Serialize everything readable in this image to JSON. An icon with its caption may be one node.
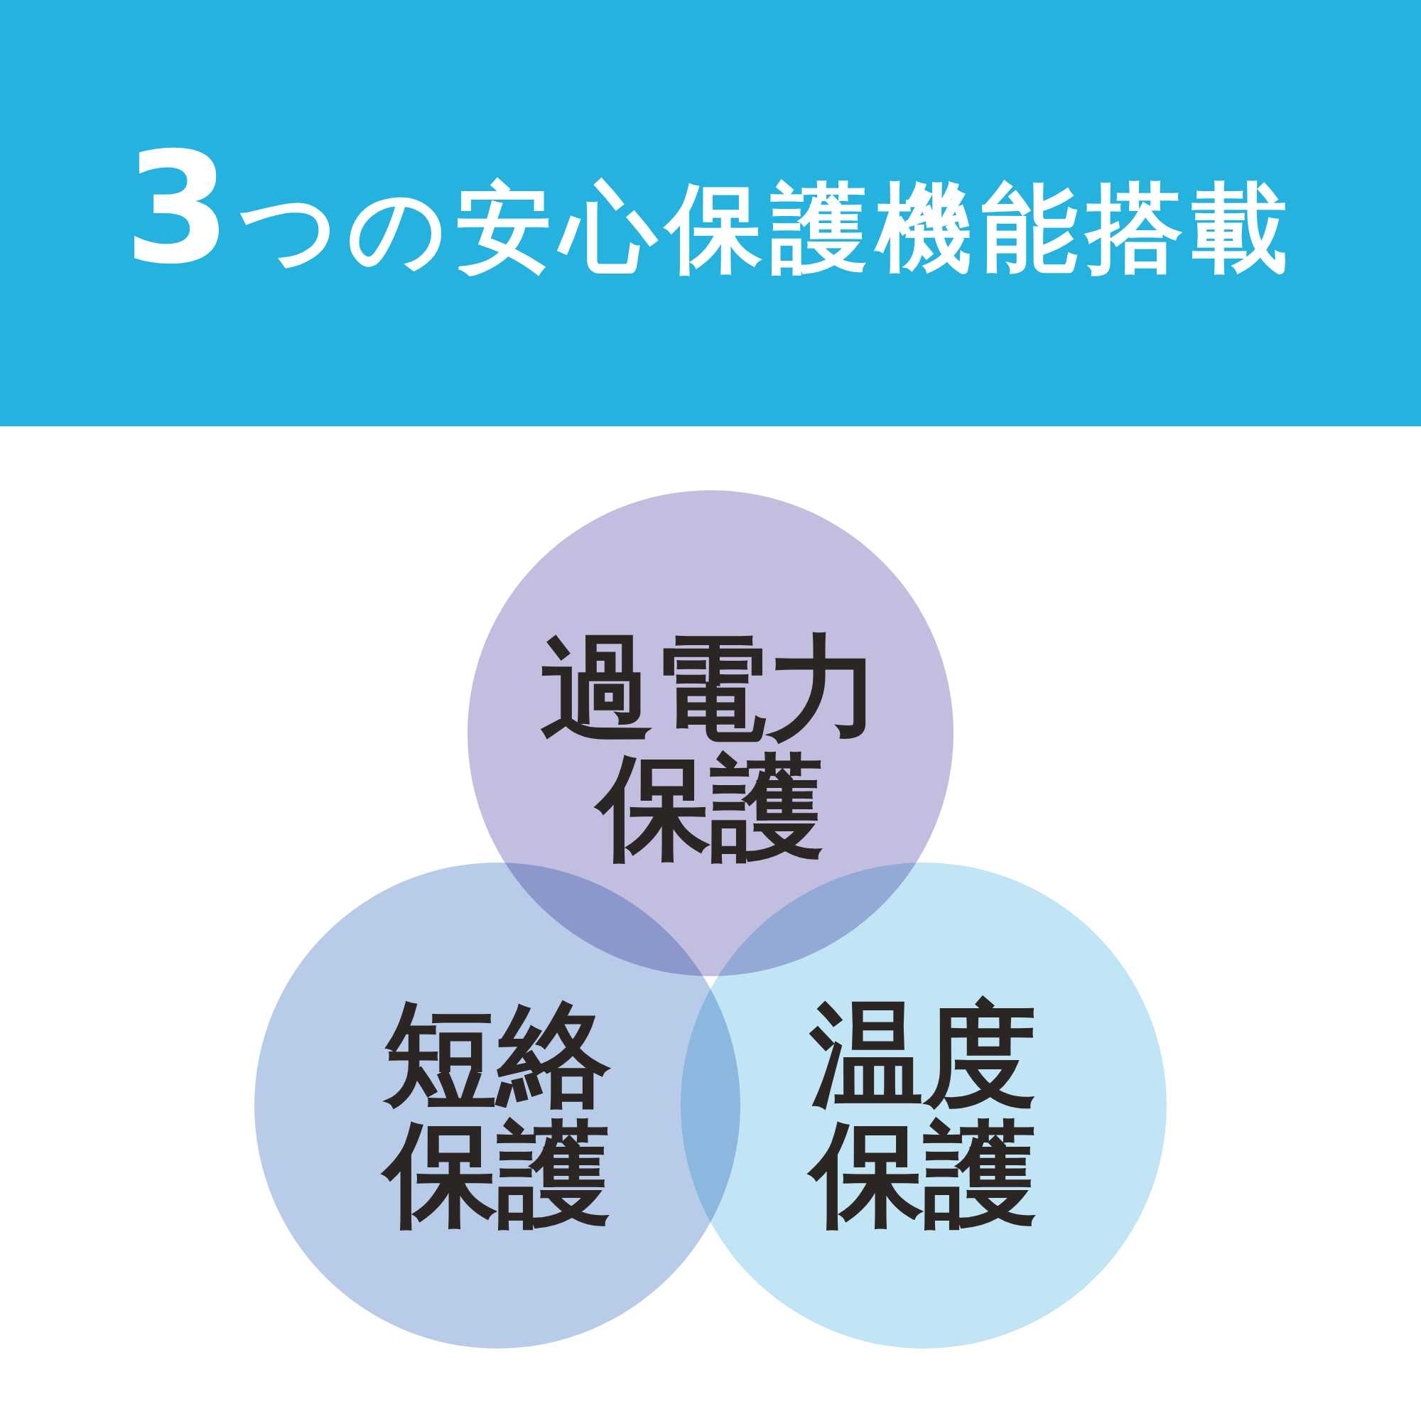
{
  "diagram": {
    "title": "3つの安心保護機能搭載",
    "nodes": [
      {
        "text": [
          "過電力保護"
        ]
      },
      {
        "text": [
          "短絡保護"
        ]
      },
      {
        "text": [
          "温度保護"
        ]
      }
    ]
  }
}
